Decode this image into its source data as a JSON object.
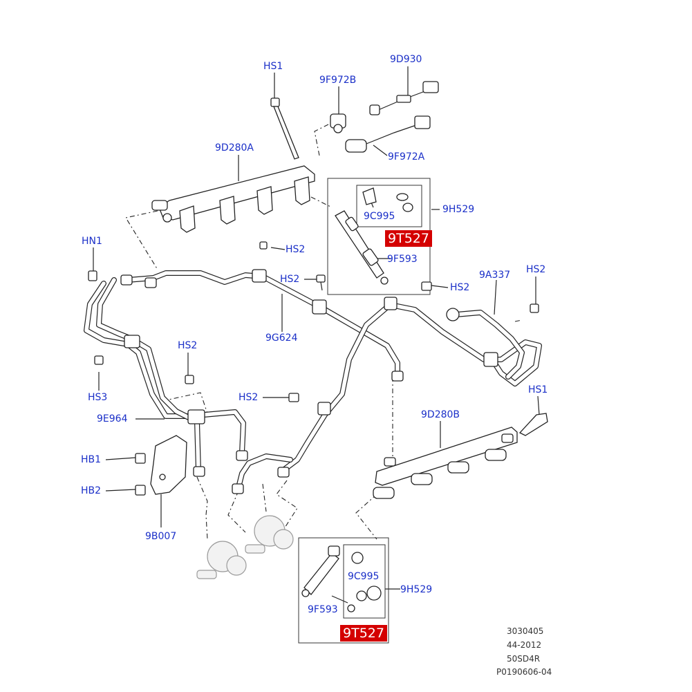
{
  "labels": {
    "hs1_top": "HS1",
    "p9f972b": "9F972B",
    "p9d930": "9D930",
    "p9d280a": "9D280A",
    "p9f972a": "9F972A",
    "p9h529_top": "9H529",
    "p9c995_top": "9C995",
    "p9t527_top": "9T527",
    "p9f593_top": "9F593",
    "hn1": "HN1",
    "hs2_a": "HS2",
    "hs2_b": "HS2",
    "hs2_c": "HS2",
    "p9a337": "9A337",
    "hs2_d": "HS2",
    "p9g624": "9G624",
    "hs2_e": "HS2",
    "hs3": "HS3",
    "hs2_f": "HS2",
    "hs1_right": "HS1",
    "p9e964": "9E964",
    "p9d280b": "9D280B",
    "hb1": "HB1",
    "hb2": "HB2",
    "p9b007": "9B007",
    "p9c995_bot": "9C995",
    "p9h529_bot": "9H529",
    "p9f593_bot": "9F593",
    "p9t527_bot": "9T527"
  },
  "reference": {
    "line1": "3030405",
    "line2": "44-2012",
    "line3": "50SD4R",
    "line4": "P0190606-04"
  },
  "colors": {
    "label": "#1a2fc8",
    "highlight": "#d40000",
    "line": "#222222"
  }
}
